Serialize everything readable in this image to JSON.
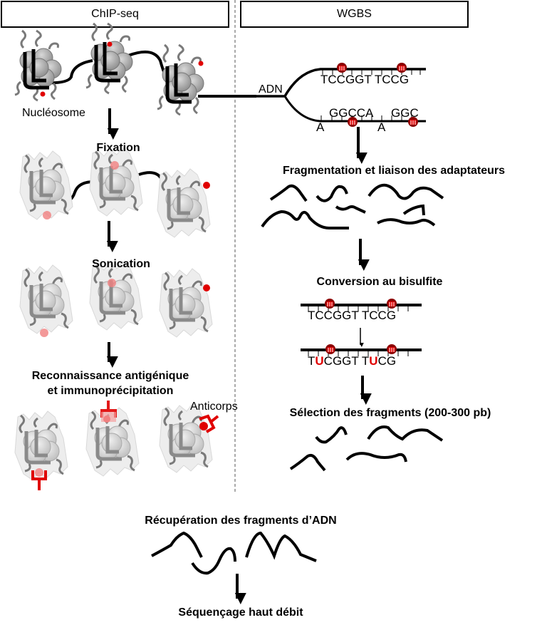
{
  "headers": {
    "chipseq": "ChIP-seq",
    "wgbs": "WGBS"
  },
  "chipseq": {
    "nucleosome_label": "Nucléosome",
    "steps": [
      {
        "id": "fixation",
        "label": "Fixation"
      },
      {
        "id": "sonication",
        "label": "Sonication"
      },
      {
        "id": "ip",
        "label_line1": "Reconnaissance antigénique",
        "label_line2": "et immunoprécipitation"
      }
    ],
    "antibody_label": "Anticorps"
  },
  "wgbs": {
    "dna_label": "ADN",
    "top_strand": "TCCGGT TCCG",
    "bottom_strand": {
      "segments": [
        "A",
        "GGCCA",
        "A",
        "GGC"
      ]
    },
    "methyl_mark": "m",
    "steps": [
      {
        "id": "fragmentation",
        "label": "Fragmentation et liaison des adaptateurs"
      },
      {
        "id": "bisulfite",
        "label": "Conversion au bisulfite"
      },
      {
        "id": "selection",
        "label": "Sélection des fragments (200-300 pb)"
      }
    ],
    "before_conversion": "TCCGGT TCCG",
    "after_conversion": {
      "parts": [
        "T",
        "U",
        "CGGT T",
        "U",
        "CG"
      ],
      "converted_base": "U",
      "converted_color": "#e00000"
    }
  },
  "shared": {
    "steps": [
      {
        "id": "recovery",
        "label": "Récupération des fragments d’ADN"
      },
      {
        "id": "sequencing",
        "label": "Séquençage haut débit"
      }
    ]
  },
  "colors": {
    "histone_mark": "#e00000",
    "faded_mark": "#f08080",
    "histone": "#a9a9a9",
    "tail": "#808080",
    "crosslink": "#e8e8e8",
    "dna": "#000000"
  }
}
